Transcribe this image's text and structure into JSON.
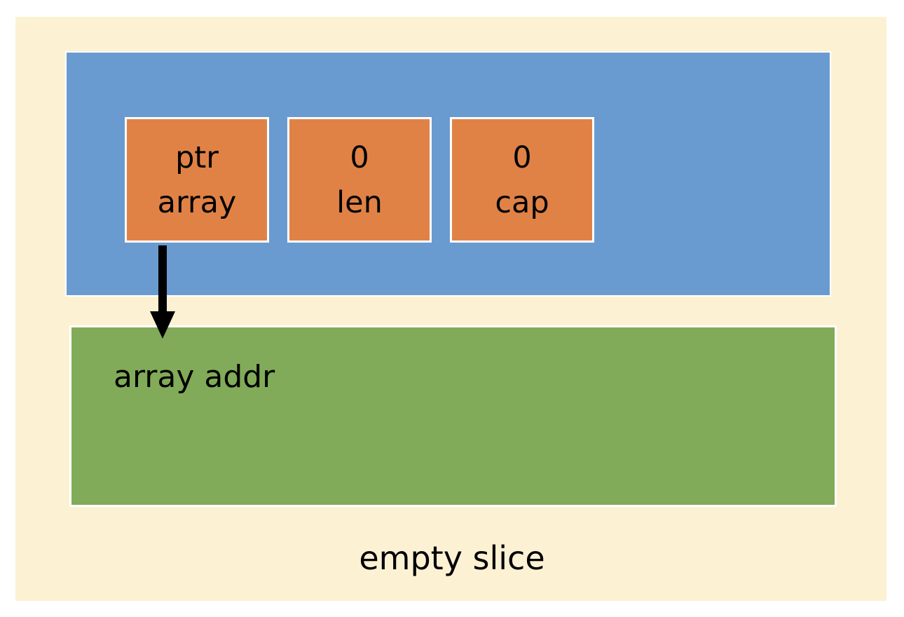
{
  "diagram": {
    "caption": "empty slice",
    "colors": {
      "background": "#fcf1d3",
      "struct": "#6a9bd0",
      "field": "#e08246",
      "array": "#81ab58",
      "border": "#ffffff",
      "arrow": "#000000"
    },
    "fields": [
      {
        "top": "ptr",
        "bottom": "array"
      },
      {
        "top": "0",
        "bottom": "len"
      },
      {
        "top": "0",
        "bottom": "cap"
      }
    ],
    "array_label": "array addr"
  }
}
